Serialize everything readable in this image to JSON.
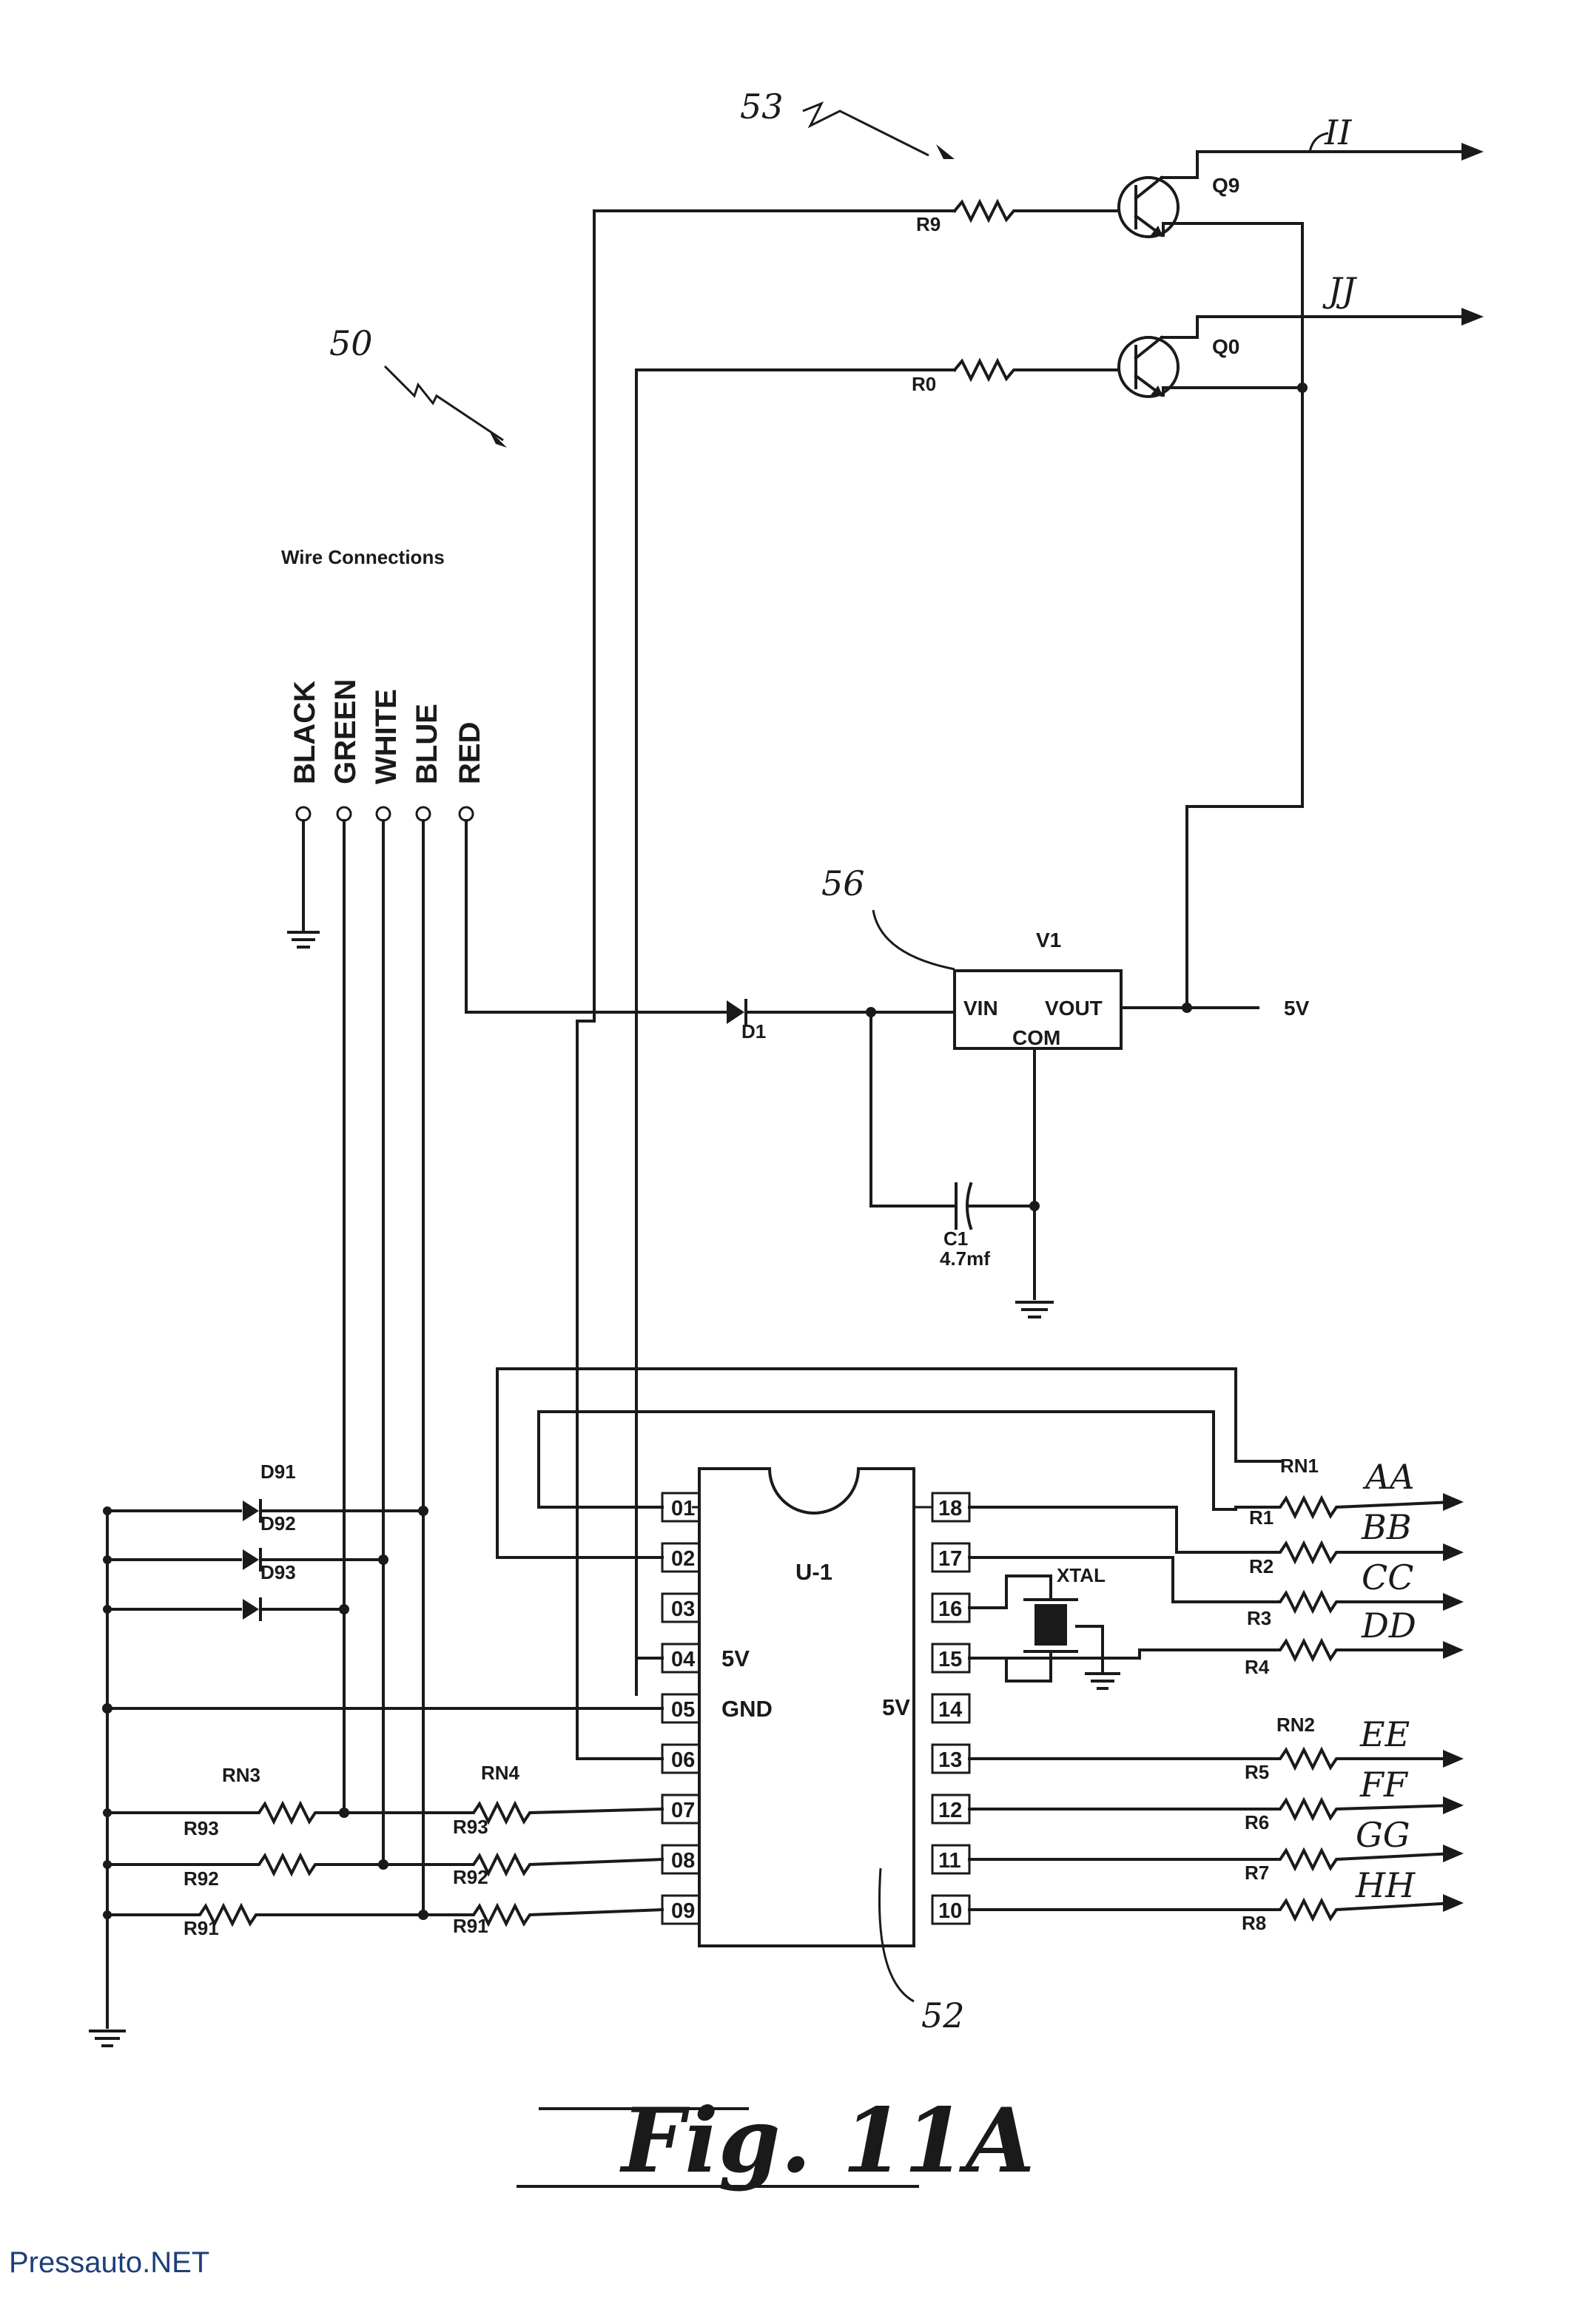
{
  "refs": {
    "r50": "50",
    "r53": "53",
    "r56": "56",
    "r52": "52"
  },
  "wire_title": "Wire Connections",
  "wires": [
    "BLACK",
    "GREEN",
    "WHITE",
    "BLUE",
    "RED"
  ],
  "transistors": {
    "q9": "Q9",
    "q0": "Q0"
  },
  "resistors": {
    "r9": "R9",
    "r0": "R0",
    "r1": "R1",
    "r2": "R2",
    "r3": "R3",
    "r4": "R4",
    "r5": "R5",
    "r6": "R6",
    "r7": "R7",
    "r8": "R8",
    "rn93": "RN3",
    "rn94": "RN4",
    "rn1": "RN1",
    "rn2": "RN2",
    "r93a": "R93",
    "r92a": "R92",
    "r91a": "R91",
    "r93b": "R93",
    "r92b": "R92",
    "r91b": "R91"
  },
  "signals": {
    "ii": "II",
    "jj": "JJ",
    "aa": "AA",
    "bb": "BB",
    "cc": "CC",
    "dd": "DD",
    "ee": "EE",
    "ff": "FF",
    "gg": "GG",
    "hh": "HH"
  },
  "regulator": {
    "name": "V1",
    "vin": "VIN",
    "vout": "VOUT",
    "com": "COM",
    "out": "5V"
  },
  "diode": "D1",
  "capacitor": {
    "name": "C1",
    "value": "4.7mf"
  },
  "diodes_left": [
    "D91",
    "D92",
    "D93"
  ],
  "chip": {
    "name": "U-1",
    "left_pins": [
      "01",
      "02",
      "03",
      "04",
      "05",
      "06",
      "07",
      "08",
      "09"
    ],
    "right_pins": [
      "18",
      "17",
      "16",
      "15",
      "14",
      "13",
      "12",
      "11",
      "10"
    ],
    "label_5v_left": "5V",
    "label_gnd": "GND",
    "label_5v_right": "5V"
  },
  "xtal": "XTAL",
  "figure": "Fig. 11A",
  "watermark": "Pressauto.NET"
}
